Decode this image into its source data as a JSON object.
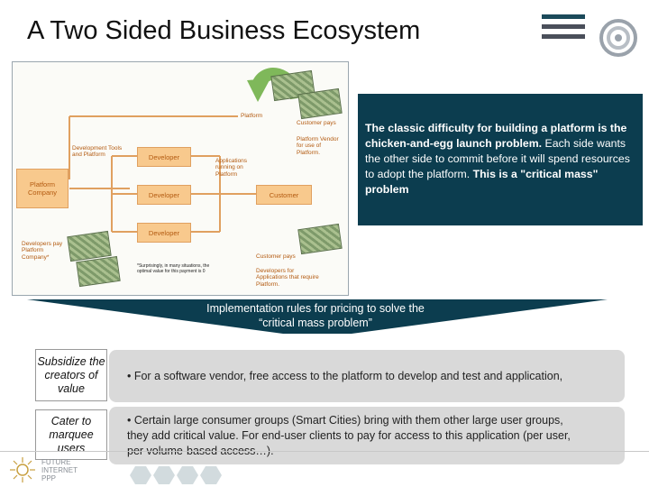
{
  "title": "A Two Sided Business Ecosystem",
  "diagram": {
    "platform_company": "Platform Company",
    "developer_boxes": [
      "Developer",
      "Developer",
      "Developer"
    ],
    "customer": "Customer",
    "dev_tools_label": "Development Tools and Platform",
    "platform_label": "Platform",
    "customer_pays_top": "Customer pays",
    "platform_vendor_label": "Platform Vendor for use of Platform.",
    "apps_running_label": "Applications running on Platform",
    "developers_pay_label": "Developers pay Platform Company*",
    "footnote": "*Surprisingly, in many situations, the optimal value for this payment is 0",
    "customer_pays_bottom": "Customer pays",
    "developers_for_apps": "Developers for Applications that require Platform."
  },
  "info_box": {
    "bold1": "The classic difficulty for building a platform is the chicken-and-egg launch problem.",
    "normal1": " Each side wants the other side to commit before it will spend resources to adopt the platform.",
    "bold2": " This is a \"critical mass\" problem"
  },
  "banner": {
    "line1": "Implementation rules for pricing to solve the",
    "line2": "“critical mass problem”"
  },
  "rows": [
    {
      "tag": "Subsidize the creators of value",
      "text": "• For a software vendor, free access to the platform to develop and test and application,"
    },
    {
      "tag": "Cater to marquee users",
      "text": "• Certain large consumer groups (Smart Cities) bring with them other large user groups, they add critical value. For end-user clients to pay for access to this application (per user, per volume-based access…)."
    }
  ],
  "footer_logo_text": "FUTURE INTERNET PPP",
  "colors": {
    "info_bg": "#0c3d4f",
    "box_fill": "#f8c98d",
    "arrow_green": "#7fb85a",
    "row_bg": "#d9d9d9"
  }
}
